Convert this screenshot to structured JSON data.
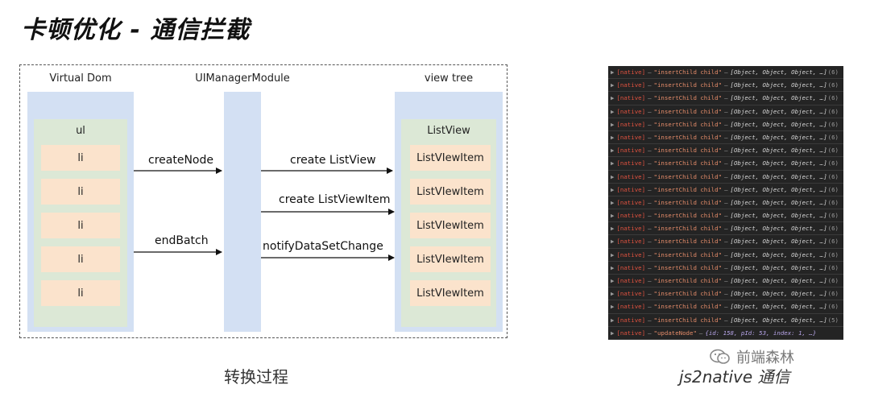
{
  "title": "卡顿优化 - 通信拦截",
  "diagram": {
    "col_virtual_dom": "Virtual Dom",
    "col_uimanager": "UIManagerModule",
    "col_view_tree": "view tree",
    "ul_label": "ul",
    "li_items": [
      "li",
      "li",
      "li",
      "li",
      "li"
    ],
    "listview_label": "ListView",
    "listview_items": [
      "ListVIewItem",
      "ListVIewItem",
      "ListVIewItem",
      "ListVIewItem",
      "ListVIewItem"
    ],
    "arrow_create_node": "createNode",
    "arrow_end_batch": "endBatch",
    "arrow_create_listview": "create ListView",
    "arrow_create_listviewitem": "create ListViewItem",
    "arrow_notify": "notifyDataSetChange"
  },
  "caption_left": "转换过程",
  "caption_right": "js2native 通信",
  "console": {
    "insert_tag": "[native]",
    "insert_string": "\"insertChild child\"",
    "insert_obj": "[Object, Object, Object, …]",
    "insert_counts": [
      "(6)",
      "(6)",
      "(6)",
      "(6)",
      "(6)",
      "(6)",
      "(6)",
      "(6)",
      "(6)",
      "(6)",
      "(6)",
      "(6)",
      "(6)",
      "(6)",
      "(6)",
      "(6)",
      "(6)",
      "(6)",
      "(6)",
      "(5)"
    ],
    "dash": "–",
    "update_tag": "[native]",
    "update_string": "\"updateNode\"",
    "update_obj": "{id: 158, pId: 53, index: 1, …}"
  },
  "watermark": "前端森林"
}
